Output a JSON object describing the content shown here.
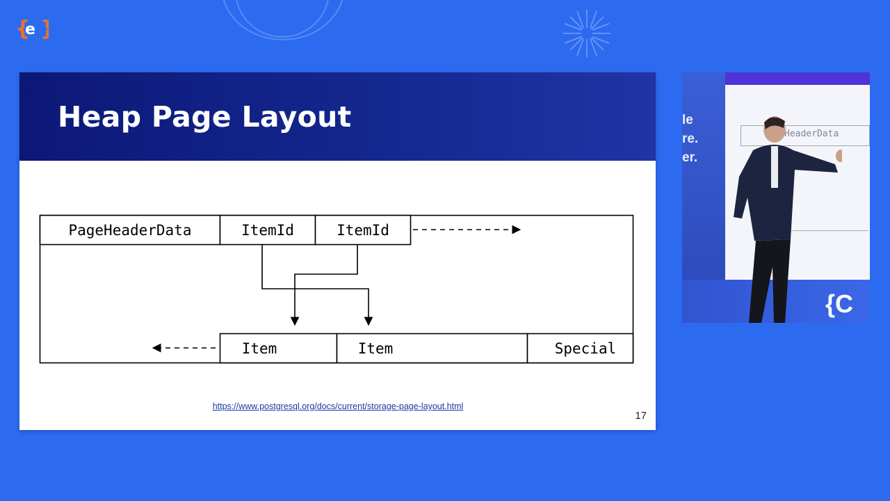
{
  "slide": {
    "title": "Heap Page Layout",
    "link": "https://www.postgresql.org/docs/current/storage-page-layout.html",
    "page_number": "17"
  },
  "diagram": {
    "top_row": {
      "header": "PageHeaderData",
      "item_id_1": "ItemId",
      "item_id_2": "ItemId"
    },
    "bottom_row": {
      "item_1": "Item",
      "item_2": "Item",
      "special": "Special"
    }
  },
  "video": {
    "bg_text": [
      "le",
      "re.",
      "er."
    ],
    "screen_text": "HeaderData",
    "brand_fragment": "{C"
  },
  "colors": {
    "background": "#2c6bf0",
    "header_dark": "#0c1876",
    "slide_bg": "#ffffff",
    "logo_orange": "#e9712c"
  },
  "icons": [
    "event-logo-icon",
    "starburst-icon",
    "arrow-right-icon",
    "arrow-left-icon",
    "arrow-down-icon"
  ]
}
